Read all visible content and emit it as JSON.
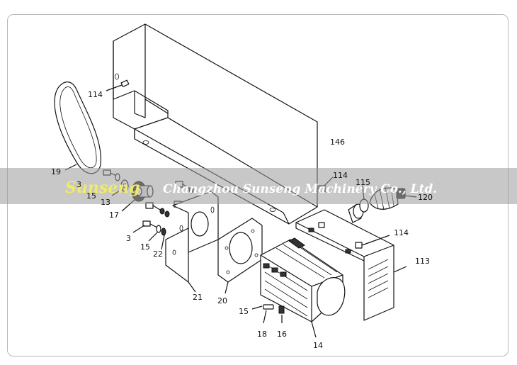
{
  "watermark": {
    "logo_text": "Sunseng",
    "company": "Changzhou Sunseng Machinery Co., Ltd.",
    "band_color": "#9a9a9a"
  },
  "callouts": {
    "c114_top": "114",
    "c146": "146",
    "c19": "19",
    "c3_top": "3",
    "c15_top": "15",
    "c13": "13",
    "c17": "17",
    "c3_bot": "3",
    "c15_mid": "15",
    "c22": "22",
    "c21": "21",
    "c20": "20",
    "c114_mid": "114",
    "c115": "115",
    "c120": "120",
    "c114_right": "114",
    "c113": "113",
    "c15_bot": "15",
    "c18": "18",
    "c16": "16",
    "c14": "14"
  }
}
